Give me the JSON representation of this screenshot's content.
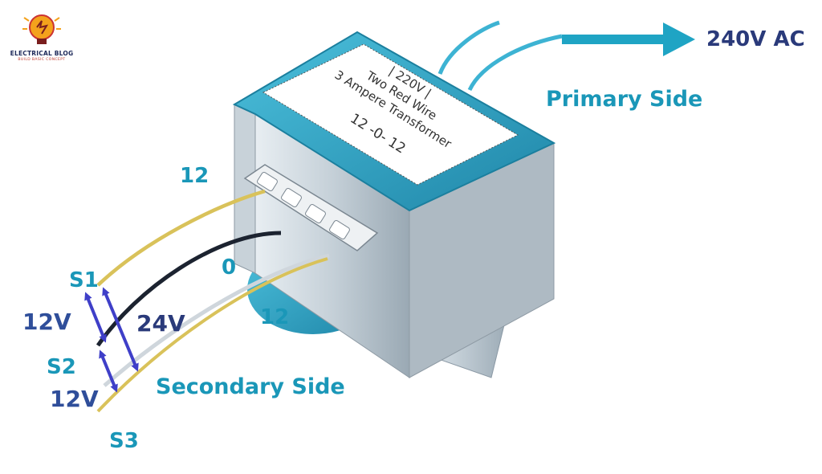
{
  "logo": {
    "name": "ELECTRICAL BLOG",
    "tagline": "BUILD BASIC CONCEPT"
  },
  "label_plate": {
    "line1": "| 220V |",
    "line2": "Two Red Wire",
    "line3": "3 Ampere Transformer",
    "line4": "12  -0-  12"
  },
  "primary": {
    "voltage": "240V AC",
    "title": "Primary Side"
  },
  "secondary": {
    "title": "Secondary Side"
  },
  "wires": {
    "top": "12",
    "center": "0",
    "bottom": "12"
  },
  "taps": {
    "s1": "S1",
    "s2": "S2",
    "s3": "S3"
  },
  "voltages": {
    "upper": "12V",
    "lower": "12V",
    "total": "24V"
  },
  "colors": {
    "core_teal": "#2fa3c4",
    "label_teal": "#1a97b8",
    "label_navy": "#2a3a7a",
    "wire_yellow": "#d9c25a",
    "wire_black": "#1c2330",
    "wire_white": "#cfd6dc",
    "arrow_blue": "#3f3fc8"
  }
}
